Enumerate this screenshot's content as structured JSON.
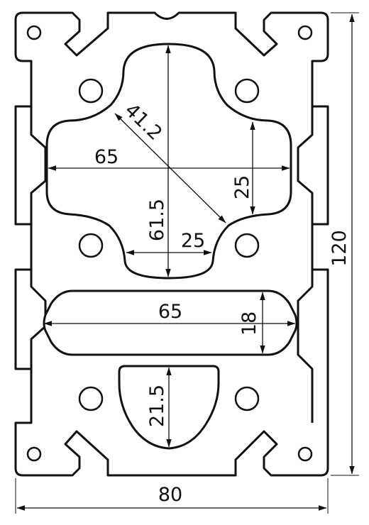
{
  "dimensions": {
    "overall_width": "80",
    "overall_height": "120",
    "center_cavity_width": "65",
    "center_cavity_diagonal": "41.2",
    "center_cavity_height": "61.5",
    "center_cavity_lobe_width": "25",
    "center_cavity_lobe_height": "25",
    "middle_slot_width": "65",
    "middle_slot_height": "18",
    "lower_cavity_height": "21.5"
  }
}
